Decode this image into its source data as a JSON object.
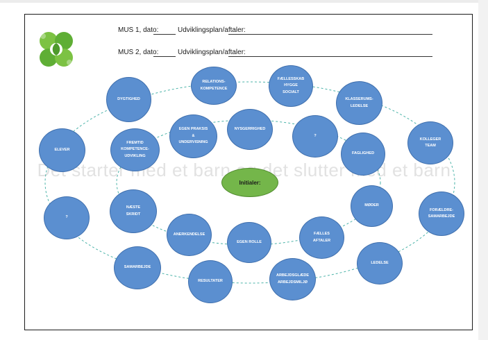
{
  "header": {
    "mus1": {
      "prefix": "MUS 1, dato:",
      "middle": "Udviklingsplan/aftaler:"
    },
    "mus2": {
      "prefix": "MUS 2, dato:",
      "middle": "Udviklingsplan/aftaler:"
    }
  },
  "logo": {
    "icon": "green-clover-puzzle-icon",
    "colors": [
      "#7cc243",
      "#4e9a2c"
    ]
  },
  "watermark": "Det starter med et barn og det slutter med et barn",
  "center": {
    "label": "Initialer:",
    "color": "#74b64a"
  },
  "bubble_color": "#5b8fd0",
  "bubbles": {
    "dygtighed": "DYGTIGHED",
    "relationskompetence": "RELATIONS-\nKOMPETENCE",
    "faellesskab": "FÆLLESSKAB\nHYGGE\nSOCIALT",
    "klasserumsledelse": "KLASSERUMS-\nLEDELSE",
    "kolleger": "KOLLEGER\nTEAM",
    "elever": "ELEVER",
    "fremtid": "FREMTID\nKOMPETENCE-\nUDVIKLING",
    "egen_praksis": "EGEN PRAKSIS\n&\nUNDERVISNING",
    "nysgerrighed": "NYSGERRIGHED",
    "question_inner": "?",
    "faglighed": "FAGLIGHED",
    "question_outer": "?",
    "naeste_skridt": "NÆSTE\nSKRIDT",
    "moder": "MØDER",
    "foraeldre": "FORÆLDRE-\nSAMARBEJDE",
    "anerkendelse": "ANERKENDELSE",
    "egen_rolle": "EGEN ROLLE",
    "faelles_aftaler": "FÆLLES\nAFTALER",
    "ledelse": "LEDELSE",
    "samarbejde": "SAMARBEJDE",
    "resultater": "RESULTATER",
    "arbejdsglaede": "ARBEJDSGLÆDE\nARBEJDSMILJØ"
  }
}
